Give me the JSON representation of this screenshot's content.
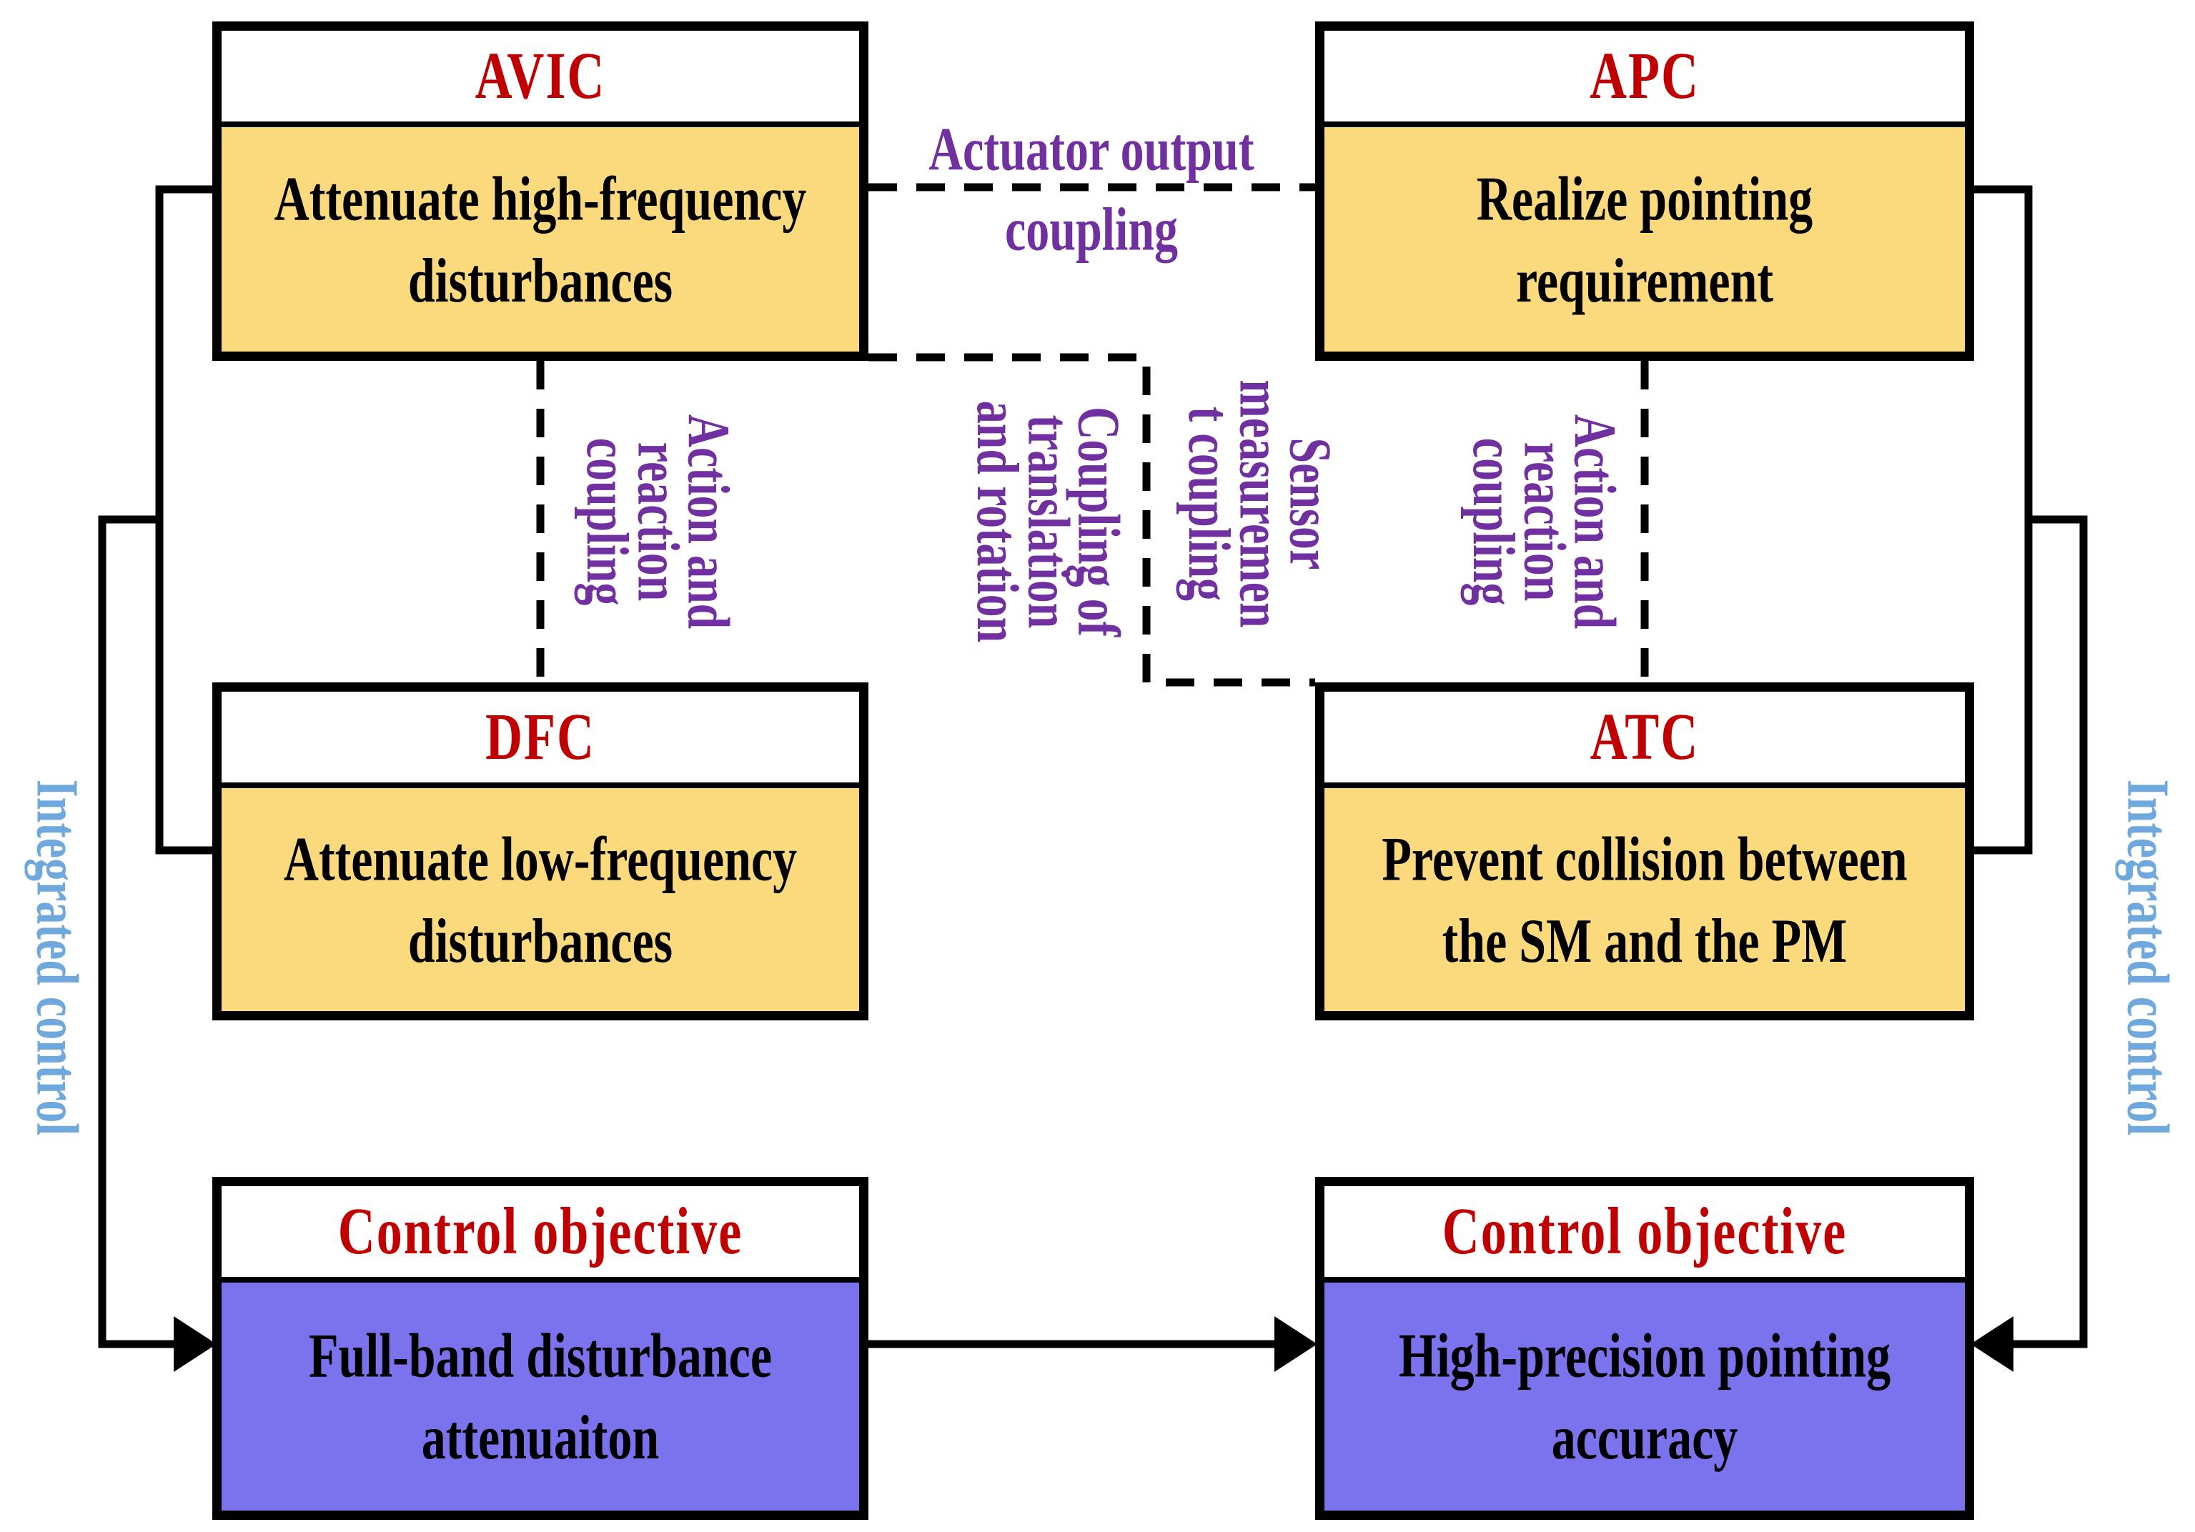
{
  "boxes": {
    "avic": {
      "title": "AVIC",
      "body": "Attenuate high-frequency\ndisturbances"
    },
    "apc": {
      "title": "APC",
      "body": "Realize pointing\nrequirement"
    },
    "dfc": {
      "title": "DFC",
      "body": "Attenuate low-frequency\ndisturbances"
    },
    "atc": {
      "title": "ATC",
      "body": "Prevent collision between\nthe SM and the PM"
    },
    "objective_left": {
      "title": "Control objective",
      "body": "Full-band disturbance\nattenuaiton"
    },
    "objective_right": {
      "title": "Control objective",
      "body": "High-precision pointing\naccuracy"
    }
  },
  "labels": {
    "actuator_coupling": "Actuator output\ncoupling",
    "action_reaction_left": "Action and\nreaction\ncoupling",
    "action_reaction_right": "Action and\nreaction\ncoupling",
    "coupling_translation": "Coupling of\ntranslation\nand rotation",
    "sensor_coupling": "Sensor\nmeasuremen\nt coupling",
    "integrated_left": "Integrated control",
    "integrated_right": "Integrated control"
  },
  "colors": {
    "box_fill_yellow": "#FBDA7E",
    "box_fill_blue": "#7B72EE",
    "title_red": "#C00000",
    "coupling_purple": "#7030A0",
    "integrated_blue": "#6FA8DC",
    "line_black": "#000000"
  }
}
